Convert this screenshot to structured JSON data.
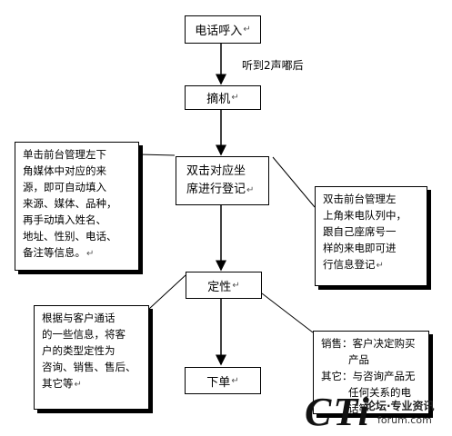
{
  "flow": {
    "step1": "电话呼入",
    "step1_to_step2_label": "听到2声嘟后",
    "step2": "摘机",
    "step3": [
      "双击对应坐",
      "席进行登记"
    ],
    "step4": "定性",
    "step5": "下单"
  },
  "notes": {
    "left_top": [
      "单击前台管理左下",
      "角媒体中对应的来",
      "源，即可自动填入",
      "来源、媒体、品种，",
      "再手动填入姓名、",
      "地址、性别、电话、",
      "备注等信息。"
    ],
    "right_top": [
      "双击前台管理左",
      "上角来电队列中，",
      "跟自己座席号一",
      "样的来电即可进",
      "行信息登记"
    ],
    "left_bottom": [
      "根据与客户通话",
      "的一些信息，将客",
      "户的类型定性为",
      "咨询、销售、售后、",
      "其它等"
    ],
    "right_bottom": [
      "销售：客户决定购买",
      "产品",
      "其它：与咨询产品无",
      "任何关系的电",
      "话等"
    ]
  },
  "paragraph_mark": "↵",
  "watermark": {
    "brand": "CTi",
    "slogan": "论坛·专业资讯",
    "site": "forum.com"
  }
}
